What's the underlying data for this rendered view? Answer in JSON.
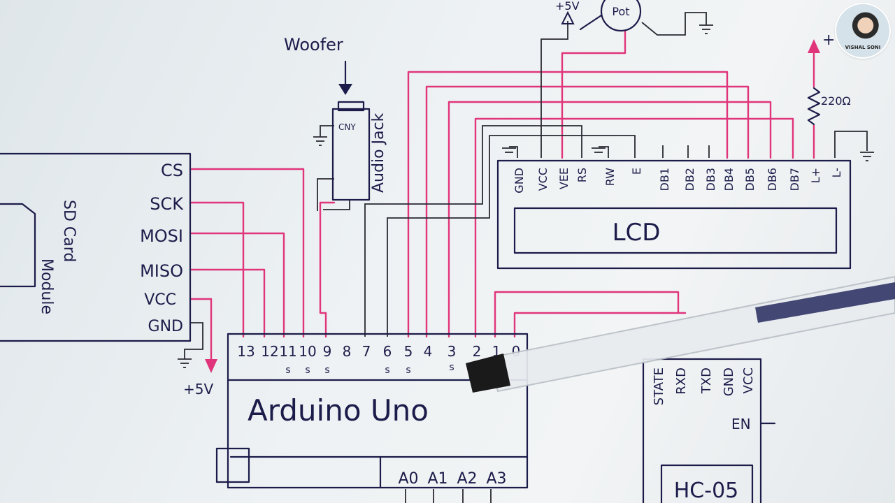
{
  "sd_module": {
    "title_line1": "SD Card",
    "title_line2": "Module",
    "pins": [
      "CS",
      "SCK",
      "MOSI",
      "MISO",
      "VCC",
      "GND"
    ],
    "supply": "+5V"
  },
  "woofer": {
    "label": "Woofer"
  },
  "audio_jack": {
    "label": "Audio Jack",
    "body_text": "CNY"
  },
  "pot": {
    "label": "Pot",
    "supply": "+5V"
  },
  "lcd": {
    "label": "LCD",
    "pins": [
      "GND",
      "VCC",
      "VEE",
      "RS",
      "RW",
      "E",
      "DB1",
      "DB2",
      "DB3",
      "DB4",
      "DB5",
      "DB6",
      "DB7",
      "L+",
      "L-"
    ]
  },
  "backlight": {
    "resistor": "220Ω",
    "supply": "+"
  },
  "arduino": {
    "label": "Arduino Uno",
    "digital_pins": [
      "13",
      "12",
      "11",
      "10",
      "9",
      "8",
      "7",
      "6",
      "5",
      "4",
      "3",
      "2",
      "1",
      "0"
    ],
    "pwm_mark": "s",
    "analog_pins": [
      "A0",
      "A1",
      "A2",
      "A3"
    ]
  },
  "hc05": {
    "label": "HC-05",
    "pins": [
      "STATE",
      "RXD",
      "TXD",
      "GND",
      "VCC"
    ],
    "en_pin": "EN"
  },
  "channel": {
    "watermark": "VISHAL SONI"
  }
}
